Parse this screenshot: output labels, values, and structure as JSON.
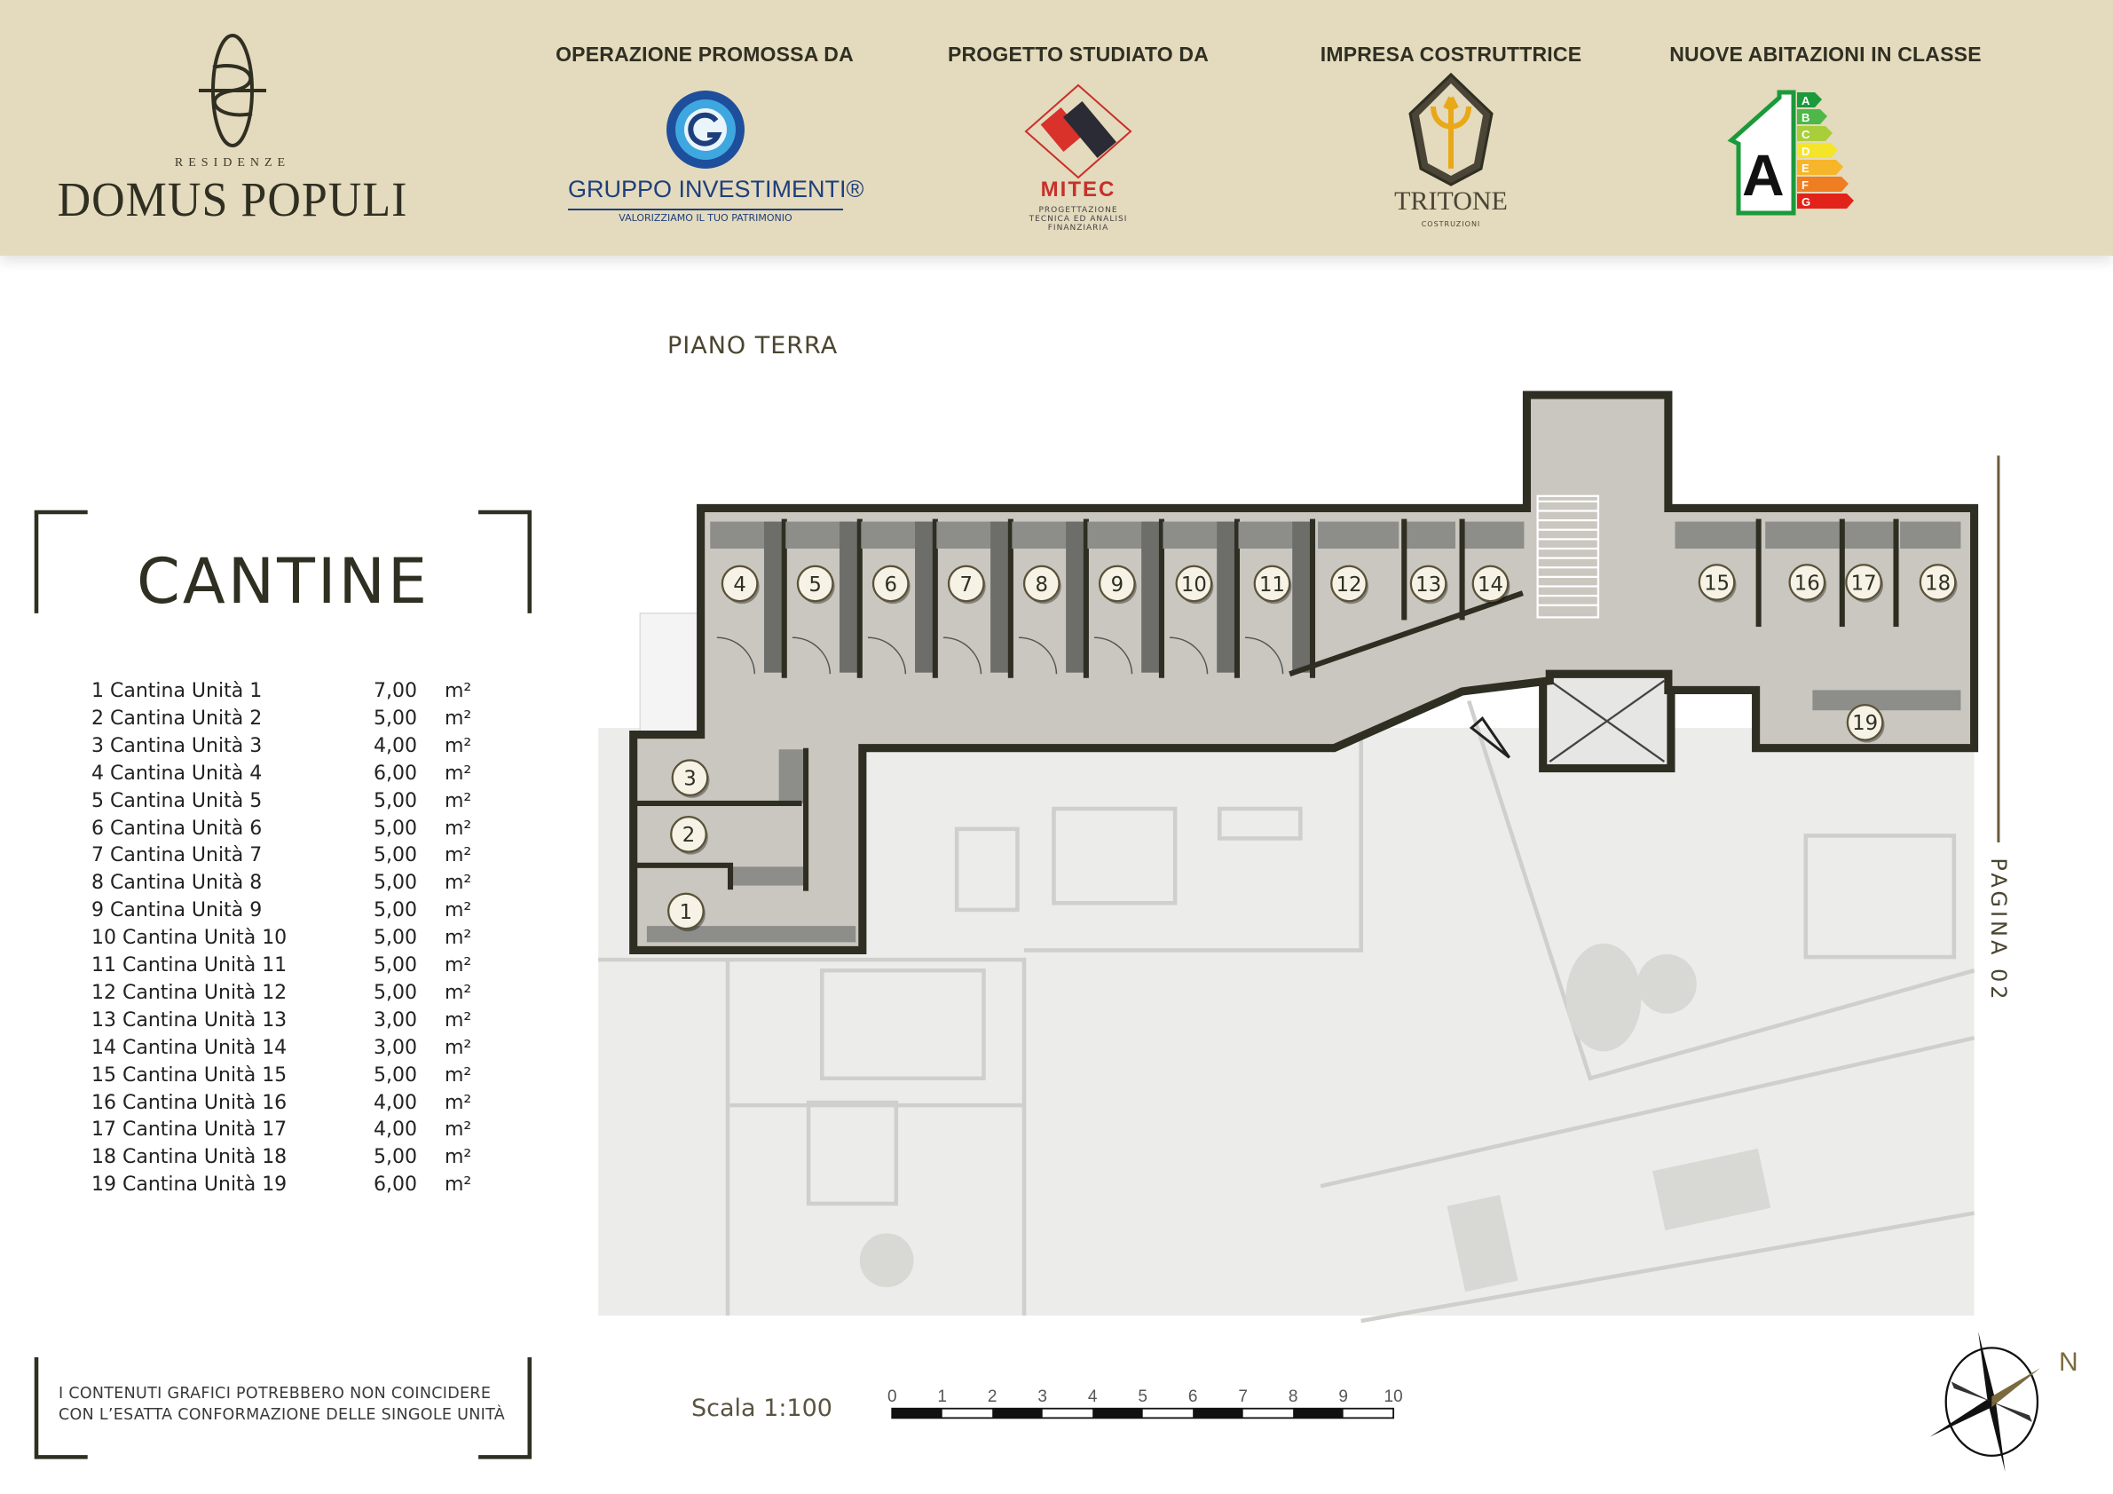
{
  "header": {
    "brand": {
      "small": "RESIDENZE",
      "name": "DOMUS POPULI"
    },
    "sections": [
      {
        "heading": "OPERAZIONE PROMOSSA DA",
        "logo_text": "GRUPPO INVESTIMENTI®",
        "logo_sub": "VALORIZZIAMO IL TUO PATRIMONIO"
      },
      {
        "heading": "PROGETTO STUDIATO DA",
        "logo_text": "MITEC",
        "logo_sub": "PROGETTAZIONE TECNICA ED ANALISI FINANZIARIA"
      },
      {
        "heading": "IMPRESA COSTRUTTRICE",
        "logo_text": "TRITONE",
        "logo_sub": "COSTRUZIONI"
      },
      {
        "heading": "NUOVE ABITAZIONI IN CLASSE",
        "logo_text": "A",
        "classes": [
          "A",
          "B",
          "C",
          "D",
          "E",
          "F",
          "G"
        ]
      }
    ]
  },
  "floor_label": "PIANO TERRA",
  "title": "CANTINE",
  "units": [
    {
      "label": "1 Cantina Unità 1",
      "area": "7,00",
      "unit": "m²"
    },
    {
      "label": "2 Cantina Unità 2",
      "area": "5,00",
      "unit": "m²"
    },
    {
      "label": "3 Cantina Unità 3",
      "area": "4,00",
      "unit": "m²"
    },
    {
      "label": "4 Cantina Unità 4",
      "area": "6,00",
      "unit": "m²"
    },
    {
      "label": "5 Cantina Unità 5",
      "area": "5,00",
      "unit": "m²"
    },
    {
      "label": "6 Cantina Unità 6",
      "area": "5,00",
      "unit": "m²"
    },
    {
      "label": "7 Cantina Unità 7",
      "area": "5,00",
      "unit": "m²"
    },
    {
      "label": "8 Cantina Unità 8",
      "area": "5,00",
      "unit": "m²"
    },
    {
      "label": "9 Cantina Unità 9",
      "area": "5,00",
      "unit": "m²"
    },
    {
      "label": "10 Cantina Unità 10",
      "area": "5,00",
      "unit": "m²"
    },
    {
      "label": "11 Cantina Unità 11",
      "area": "5,00",
      "unit": "m²"
    },
    {
      "label": "12 Cantina Unità 12",
      "area": "5,00",
      "unit": "m²"
    },
    {
      "label": "13 Cantina Unità 13",
      "area": "3,00",
      "unit": "m²"
    },
    {
      "label": "14 Cantina Unità 14",
      "area": "3,00",
      "unit": "m²"
    },
    {
      "label": "15 Cantina Unità 15",
      "area": "5,00",
      "unit": "m²"
    },
    {
      "label": "16 Cantina Unità 16",
      "area": "4,00",
      "unit": "m²"
    },
    {
      "label": "17 Cantina Unità 17",
      "area": "4,00",
      "unit": "m²"
    },
    {
      "label": "18 Cantina Unità 18",
      "area": "5,00",
      "unit": "m²"
    },
    {
      "label": "19 Cantina Unità 19",
      "area": "6,00",
      "unit": "m²"
    }
  ],
  "plan_markers": [
    "1",
    "2",
    "3",
    "4",
    "5",
    "6",
    "7",
    "8",
    "9",
    "10",
    "11",
    "12",
    "13",
    "14",
    "15",
    "16",
    "17",
    "18",
    "19"
  ],
  "disclaimer": [
    "I CONTENUTI GRAFICI POTREBBERO NON COINCIDERE",
    "CON L’ESATTA CONFORMAZIONE DELLE SINGOLE UNITÀ"
  ],
  "scale": {
    "label": "Scala 1:100",
    "ticks": [
      "0",
      "1",
      "2",
      "3",
      "4",
      "5",
      "6",
      "7",
      "8",
      "9",
      "10"
    ]
  },
  "page_label": "PAGINA 02",
  "compass": {
    "north": "N"
  },
  "colors": {
    "header_bg": "#e4dabd",
    "wall": "#2e2e22",
    "floor": "#c9c7bf",
    "accent": "#7a6a3e"
  }
}
